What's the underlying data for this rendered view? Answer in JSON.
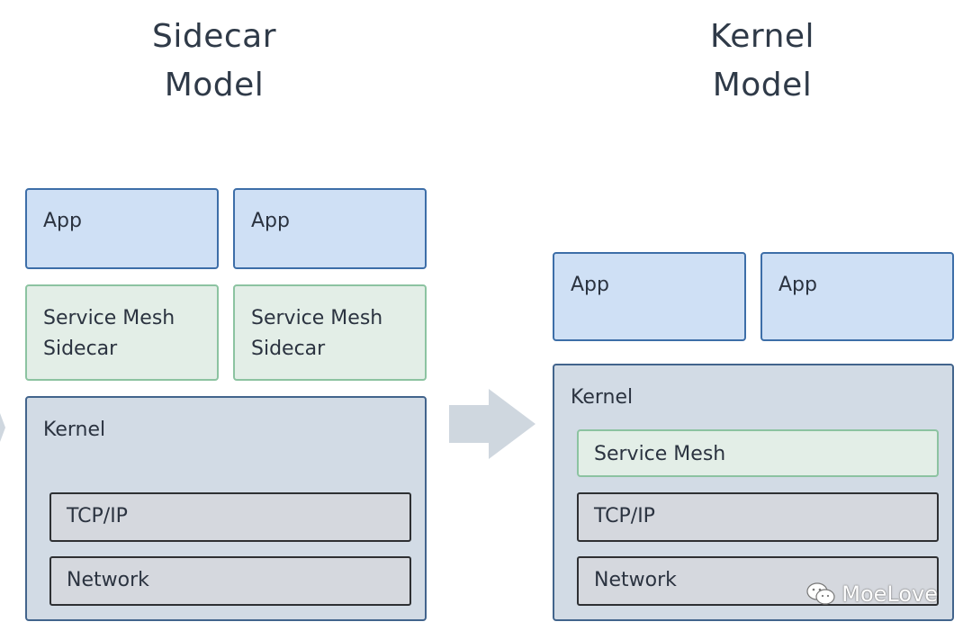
{
  "left": {
    "title_line1": "Sidecar",
    "title_line2": "Model",
    "app1": "App",
    "app2": "App",
    "mesh1_line1": "Service Mesh",
    "mesh1_line2": "Sidecar",
    "mesh2_line1": "Service Mesh",
    "mesh2_line2": "Sidecar",
    "kernel": "Kernel",
    "tcpip": "TCP/IP",
    "network": "Network"
  },
  "right": {
    "title_line1": "Kernel",
    "title_line2": "Model",
    "app1": "App",
    "app2": "App",
    "kernel": "Kernel",
    "service_mesh": "Service Mesh",
    "tcpip": "TCP/IP",
    "network": "Network"
  },
  "watermark": "MoeLove",
  "colors": {
    "app_fill": "#cfe0f5",
    "app_border": "#3d6ea8",
    "mesh_fill": "#e3eee7",
    "mesh_border": "#8cc3a1",
    "kernel_fill": "#d2dbe5",
    "kernel_border": "#42648c",
    "stack_fill": "#d5d8de",
    "arrow": "#cfd7df"
  }
}
